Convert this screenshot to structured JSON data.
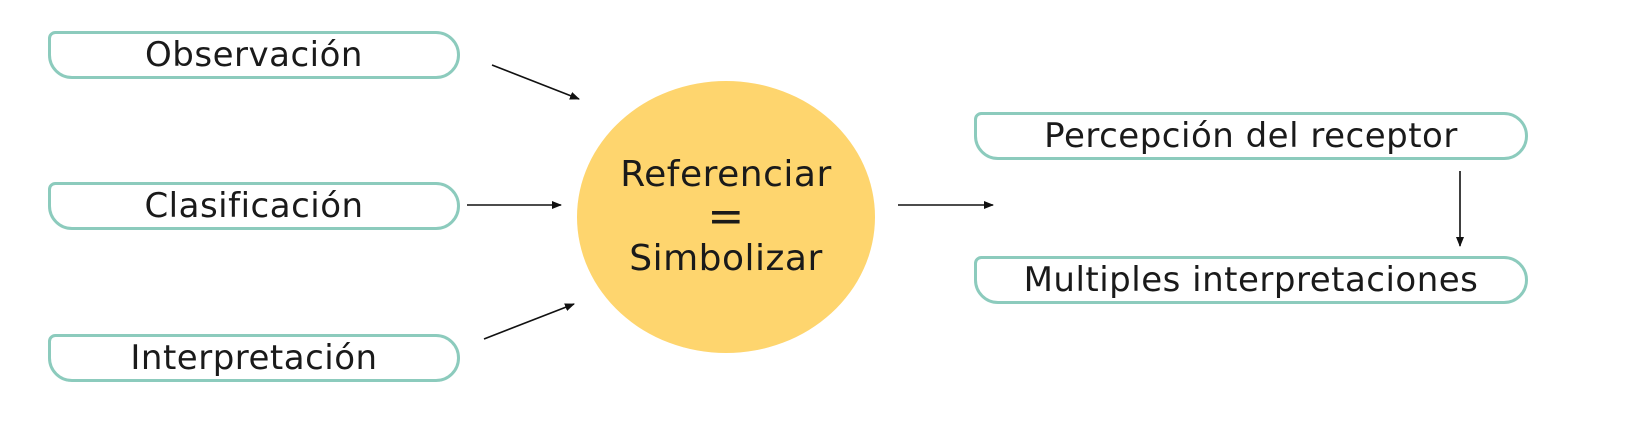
{
  "inputs": {
    "observacion": "Observación",
    "clasificacion": "Clasificación",
    "interpretacion": "Interpretación"
  },
  "center": {
    "line1": "Referenciar",
    "equals": "=",
    "line2": "Simbolizar"
  },
  "outputs": {
    "percepcion": "Percepción del receptor",
    "multiples": "Multiples interpretaciones"
  },
  "colors": {
    "box_border": "#8ccbbd",
    "circle_fill": "#fed56e",
    "arrow": "#111111"
  }
}
